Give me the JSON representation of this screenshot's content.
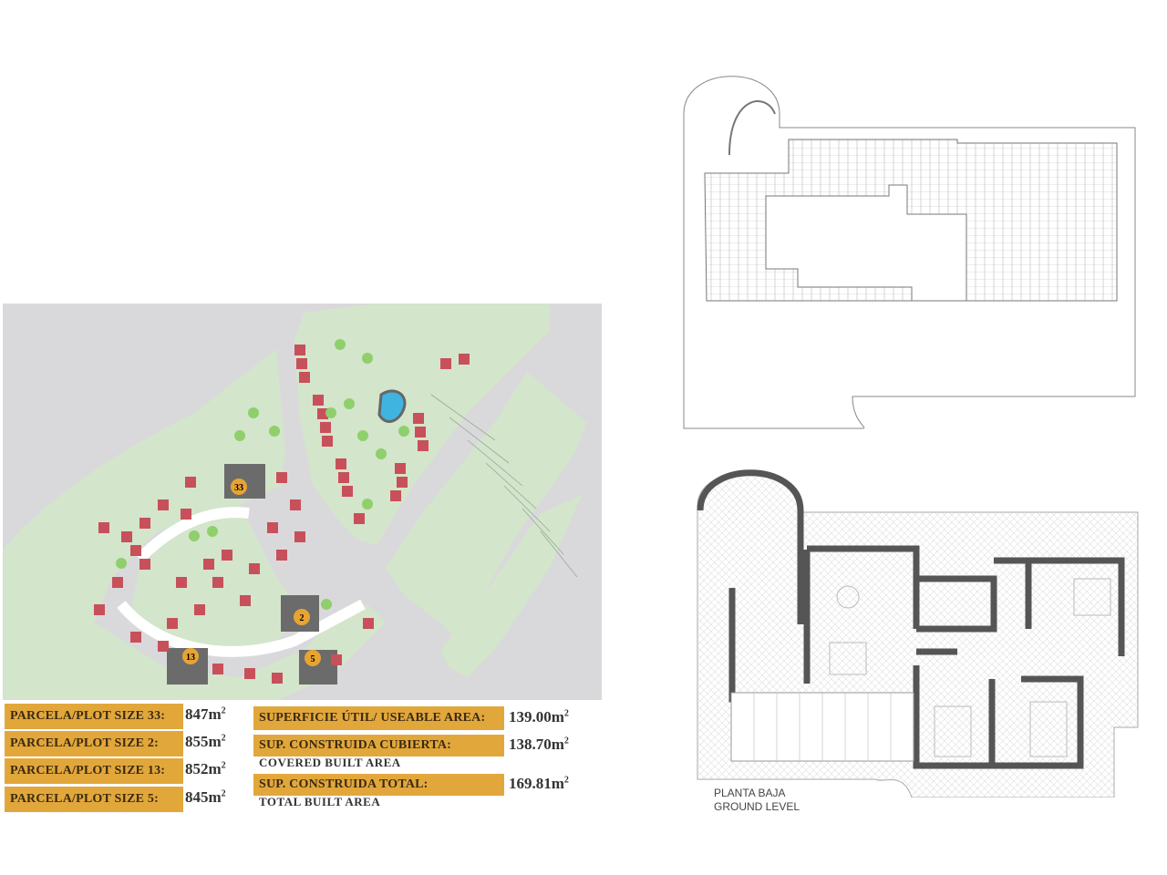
{
  "site_plan": {
    "highlighted_plots": [
      "33",
      "2",
      "13",
      "5"
    ],
    "colors": {
      "background": "#d9d9db",
      "plot": "#d3e5cb",
      "house": "#c8505a",
      "highlight": "#6b6b6b",
      "marker": "#e8a431",
      "pool": "#3fb4e0"
    }
  },
  "plot_sizes": [
    {
      "label": "PARCELA/PLOT SIZE 33:",
      "value": "847m",
      "unit_sup": "2"
    },
    {
      "label": "PARCELA/PLOT SIZE 2:",
      "value": "855m",
      "unit_sup": "2"
    },
    {
      "label": "PARCELA/PLOT SIZE 13:",
      "value": "852m",
      "unit_sup": "2"
    },
    {
      "label": "PARCELA/PLOT SIZE 5:",
      "value": "845m",
      "unit_sup": "2"
    }
  ],
  "areas": [
    {
      "label": "SUPERFICIE ÚTIL/ USEABLE AREA:",
      "value": "139.00m",
      "unit_sup": "2",
      "sub": ""
    },
    {
      "label": "SUP. CONSTRUIDA CUBIERTA:",
      "value": "138.70m",
      "unit_sup": "2",
      "sub": "COVERED BUILT AREA"
    },
    {
      "label": "SUP. CONSTRUIDA TOTAL:",
      "value": "169.81m",
      "unit_sup": "2",
      "sub": "TOTAL BUILT AREA"
    }
  ],
  "ground_plan": {
    "caption_line1": "PLANTA BAJA",
    "caption_line2": "GROUND LEVEL"
  },
  "accent_color": "#e2a73b"
}
